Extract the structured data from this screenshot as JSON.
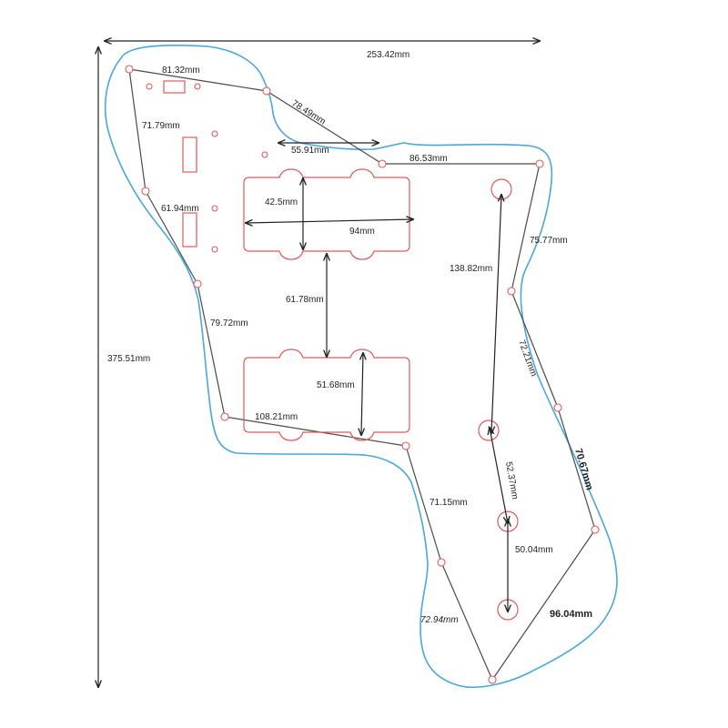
{
  "overall": {
    "width": "253.42mm",
    "height": "375.51mm"
  },
  "perimeter": [
    "81.32mm",
    "78.49mm",
    "86.53mm",
    "75.77mm",
    "72.21mm",
    "70.67mm",
    "96.04mm",
    "72.94mm",
    "71.15mm",
    "108.21mm",
    "79.72mm",
    "61.94mm",
    "71.79mm"
  ],
  "interior": {
    "neck_notch": "55.91mm",
    "pickup_height": "42.5mm",
    "pickup_width": "94mm",
    "pickup_spacing": "61.78mm",
    "bridge_pickup_height": "51.68mm",
    "control_span": "138.82mm",
    "pot_spacing_1": "52.37mm",
    "pot_spacing_2": "50.04mm"
  },
  "colors": {
    "outline": "#4aa8d8",
    "cutouts": "#e05a5a",
    "dimension_lines": "#4a4a4a"
  }
}
